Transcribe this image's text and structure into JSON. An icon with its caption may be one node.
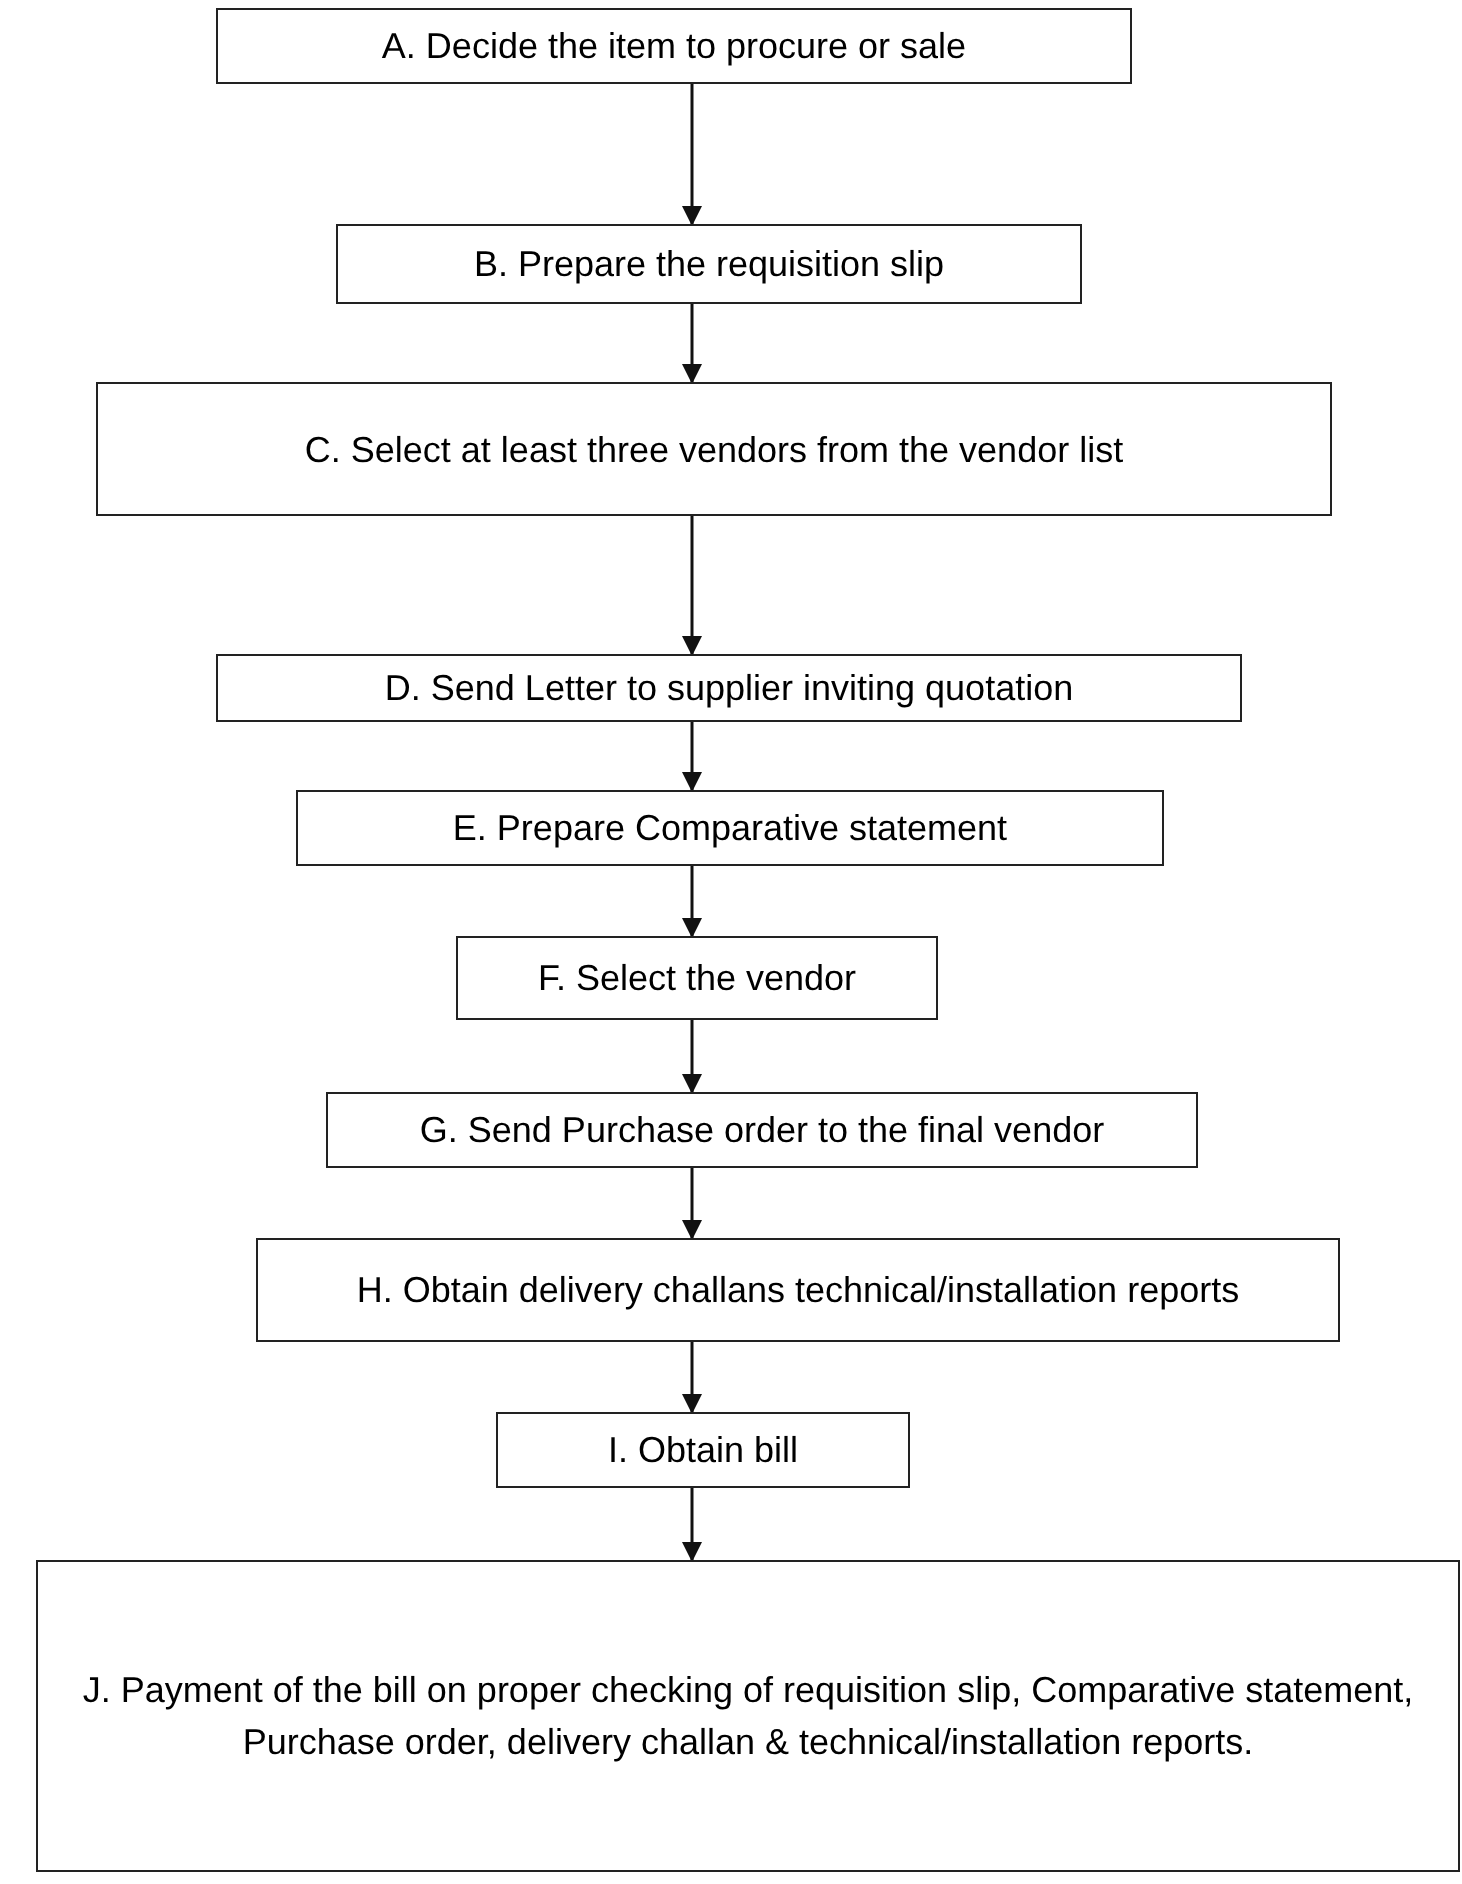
{
  "diagram": {
    "nodes": [
      {
        "text": [
          "A. Decide the item to procure or sale"
        ]
      },
      {
        "text": [
          "B. Prepare the requisition slip"
        ]
      },
      {
        "text": [
          "C. Select at least three vendors from the vendor list"
        ]
      },
      {
        "text": [
          "D. Send Letter to supplier inviting quotation"
        ]
      },
      {
        "text": [
          "E. Prepare Comparative statement"
        ]
      },
      {
        "text": [
          "F. Select the vendor"
        ]
      },
      {
        "text": [
          "G. Send Purchase order to the final vendor"
        ]
      },
      {
        "text": [
          "H. Obtain delivery challans technical/installation reports"
        ]
      },
      {
        "text": [
          "I. Obtain bill"
        ]
      },
      {
        "text": [
          "J. Payment of the bill on proper checking of requisition slip, Comparative statement, Purchase order, delivery challan & technical/installation reports."
        ]
      }
    ],
    "edges": [
      {
        "from": 0,
        "to": 1,
        "arrow": "to"
      },
      {
        "from": 1,
        "to": 2,
        "arrow": "to"
      },
      {
        "from": 2,
        "to": 3,
        "arrow": "to"
      },
      {
        "from": 3,
        "to": 4,
        "arrow": "to"
      },
      {
        "from": 4,
        "to": 5,
        "arrow": "to"
      },
      {
        "from": 5,
        "to": 6,
        "arrow": "to"
      },
      {
        "from": 6,
        "to": 7,
        "arrow": "to"
      },
      {
        "from": 7,
        "to": 8,
        "arrow": "to"
      },
      {
        "from": 8,
        "to": 9,
        "arrow": "to"
      }
    ]
  }
}
